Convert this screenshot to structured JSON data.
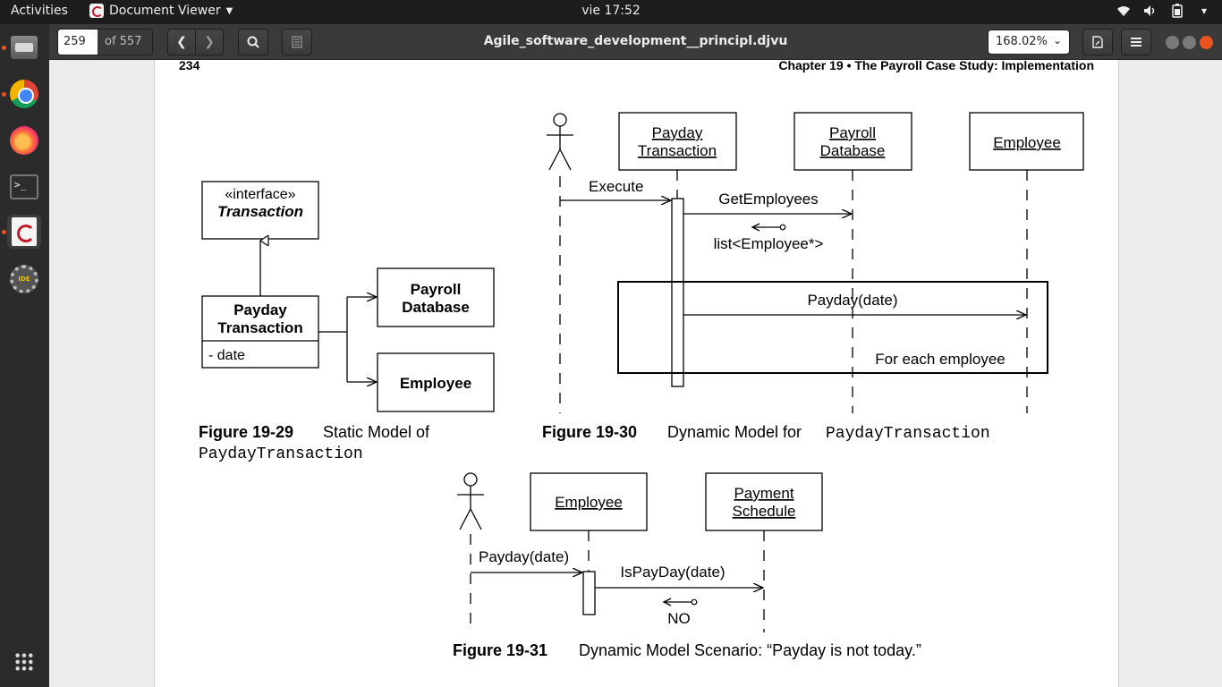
{
  "topbar": {
    "activities": "Activities",
    "app_name": "Document Viewer",
    "clock": "vie 17:52",
    "tray_icons": [
      "wifi-icon",
      "volume-icon",
      "battery-icon",
      "power-menu-icon"
    ]
  },
  "dock": {
    "items": [
      "files-icon",
      "chrome-icon",
      "firefox-icon",
      "terminal-icon",
      "document-viewer-icon",
      "javafx-ide-icon"
    ],
    "apps_grid": "show-applications-icon"
  },
  "toolbar": {
    "page_current": "259",
    "page_total": "of 557",
    "file_title": "Agile_software_development__principl.djvu",
    "zoom": "168.02%"
  },
  "page": {
    "header_number": "234",
    "header_chapter": "Chapter  19  •  The Payroll Case Study: Implementation",
    "fig29": {
      "caption_num": "Figure 19-29",
      "caption_text": "Static Model of",
      "caption_code": "PaydayTransaction",
      "interface_stereo": "«interface»",
      "interface_name": "Transaction",
      "class_line1": "Payday",
      "class_line2": "Transaction",
      "class_attr": "- date",
      "db_line1": "Payroll",
      "db_line2": "Database",
      "employee": "Employee"
    },
    "fig30": {
      "caption_num": "Figure 19-30",
      "caption_text": "Dynamic Model for",
      "caption_code": "PaydayTransaction",
      "obj1_line1": "Payday",
      "obj1_line2": "Transaction",
      "obj2_line1": "Payroll",
      "obj2_line2": "Database",
      "obj3": "Employee",
      "msg_execute": "Execute",
      "msg_getemployees": "GetEmployees",
      "msg_return": "list<Employee*>",
      "msg_payday": "Payday(date)",
      "loop_label": "For each employee"
    },
    "fig31": {
      "caption_num": "Figure 19-31",
      "caption_text": "Dynamic Model Scenario: “Payday is not today.”",
      "obj1": "Employee",
      "obj2_line1": "Payment",
      "obj2_line2": "Schedule",
      "msg_payday": "Payday(date)",
      "msg_ispayday": "IsPayDay(date)",
      "msg_return": "NO"
    }
  }
}
